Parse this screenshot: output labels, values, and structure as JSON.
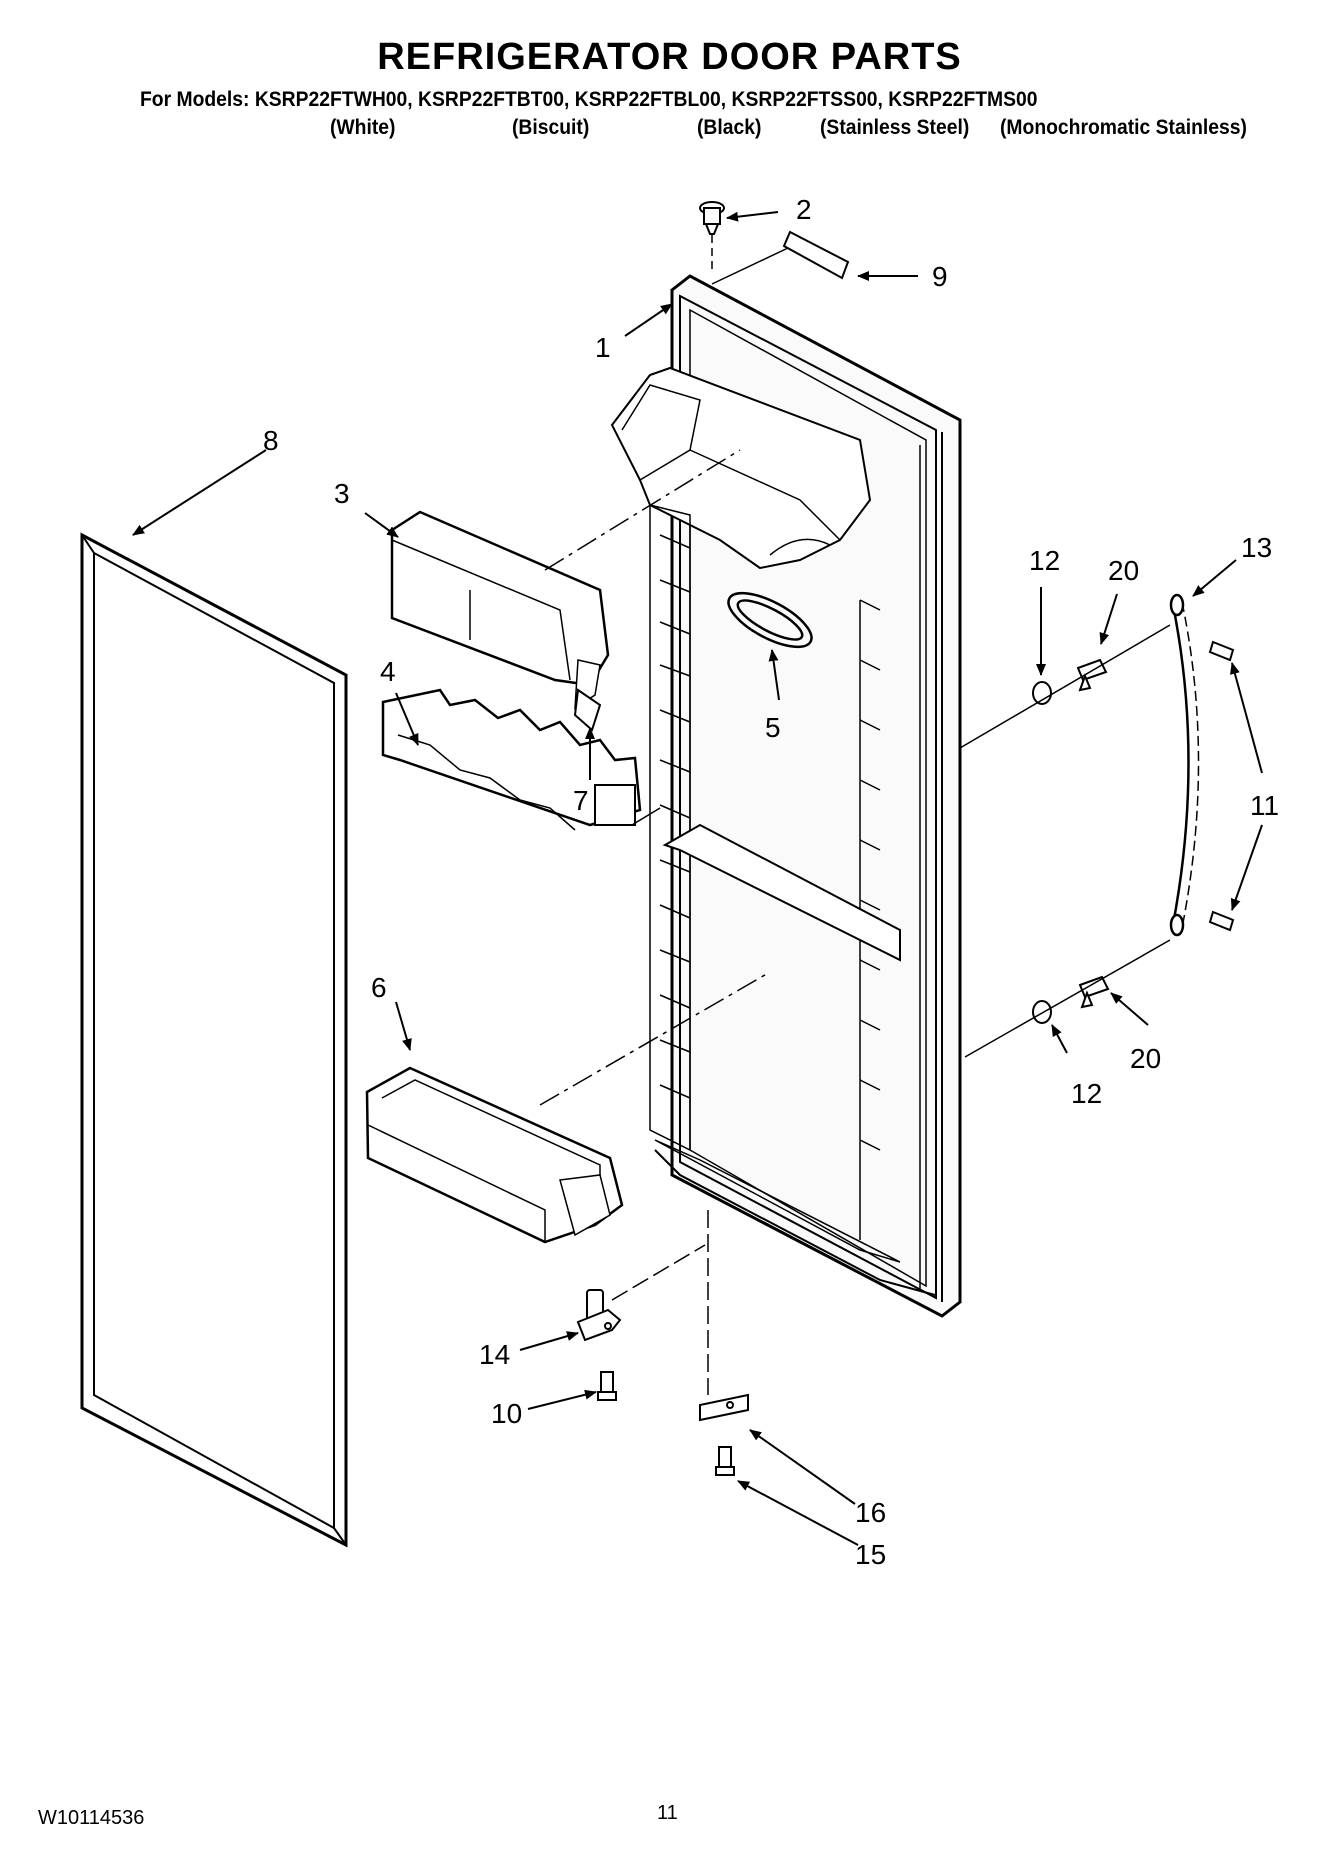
{
  "header": {
    "title": "REFRIGERATOR DOOR PARTS",
    "models_line": "For Models: KSRP22FTWH00, KSRP22FTBT00, KSRP22FTBL00, KSRP22FTSS00, KSRP22FTMS00",
    "finishes": [
      "(White)",
      "(Biscuit)",
      "(Black)",
      "(Stainless Steel)",
      "(Monochromatic Stainless)"
    ]
  },
  "callouts": {
    "c1": "1",
    "c2": "2",
    "c3": "3",
    "c4": "4",
    "c5": "5",
    "c6": "6",
    "c7": "7",
    "c8": "8",
    "c9": "9",
    "c10": "10",
    "c11": "11",
    "c12a": "12",
    "c12b": "12",
    "c13": "13",
    "c14": "14",
    "c15": "15",
    "c16": "16",
    "c20a": "20",
    "c20b": "20"
  },
  "footer": {
    "doc_number": "W10114536",
    "page_number": "11"
  }
}
